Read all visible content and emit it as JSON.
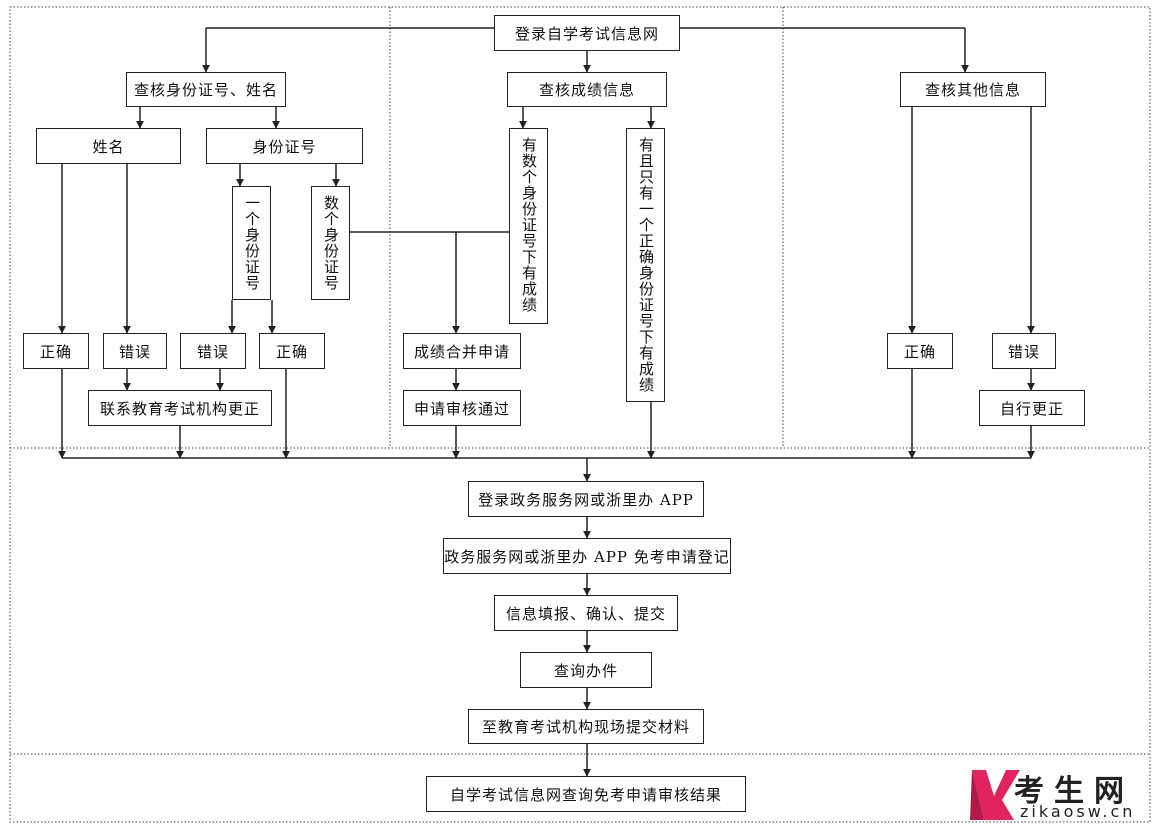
{
  "nodes": {
    "login_zikao": "登录自学考试信息网",
    "check_id_name": "查核身份证号、姓名",
    "check_score": "查核成绩信息",
    "check_other": "查核其他信息",
    "name": "姓名",
    "id_number": "身份证号",
    "one_id": "一个身份证号",
    "multi_id": "数个身份证号",
    "multi_id_scores": "有数个身份证号下有成绩",
    "only_one_id_scores": "有且只有一个正确身份证号下有成绩",
    "name_correct": "正确",
    "name_wrong": "错误",
    "id_wrong": "错误",
    "id_correct": "正确",
    "merge_apply": "成绩合并申请",
    "apply_approved": "申请审核通过",
    "contact_exam_office": "联系教育考试机构更正",
    "other_correct": "正确",
    "other_wrong": "错误",
    "self_correct": "自行更正",
    "login_gov": "登录政务服务网或浙里办 APP",
    "register_exemption": "政务服务网或浙里办 APP 免考申请登记",
    "fill_confirm_submit": "信息填报、确认、提交",
    "query_case": "查询办件",
    "submit_materials": "至教育考试机构现场提交材料",
    "query_result": "自学考试信息网查询免考申请审核结果"
  },
  "logo": {
    "brand": "考生网",
    "url": "zikaosw.cn",
    "colors": {
      "accent": "#e0245e",
      "dark": "#222222"
    }
  }
}
